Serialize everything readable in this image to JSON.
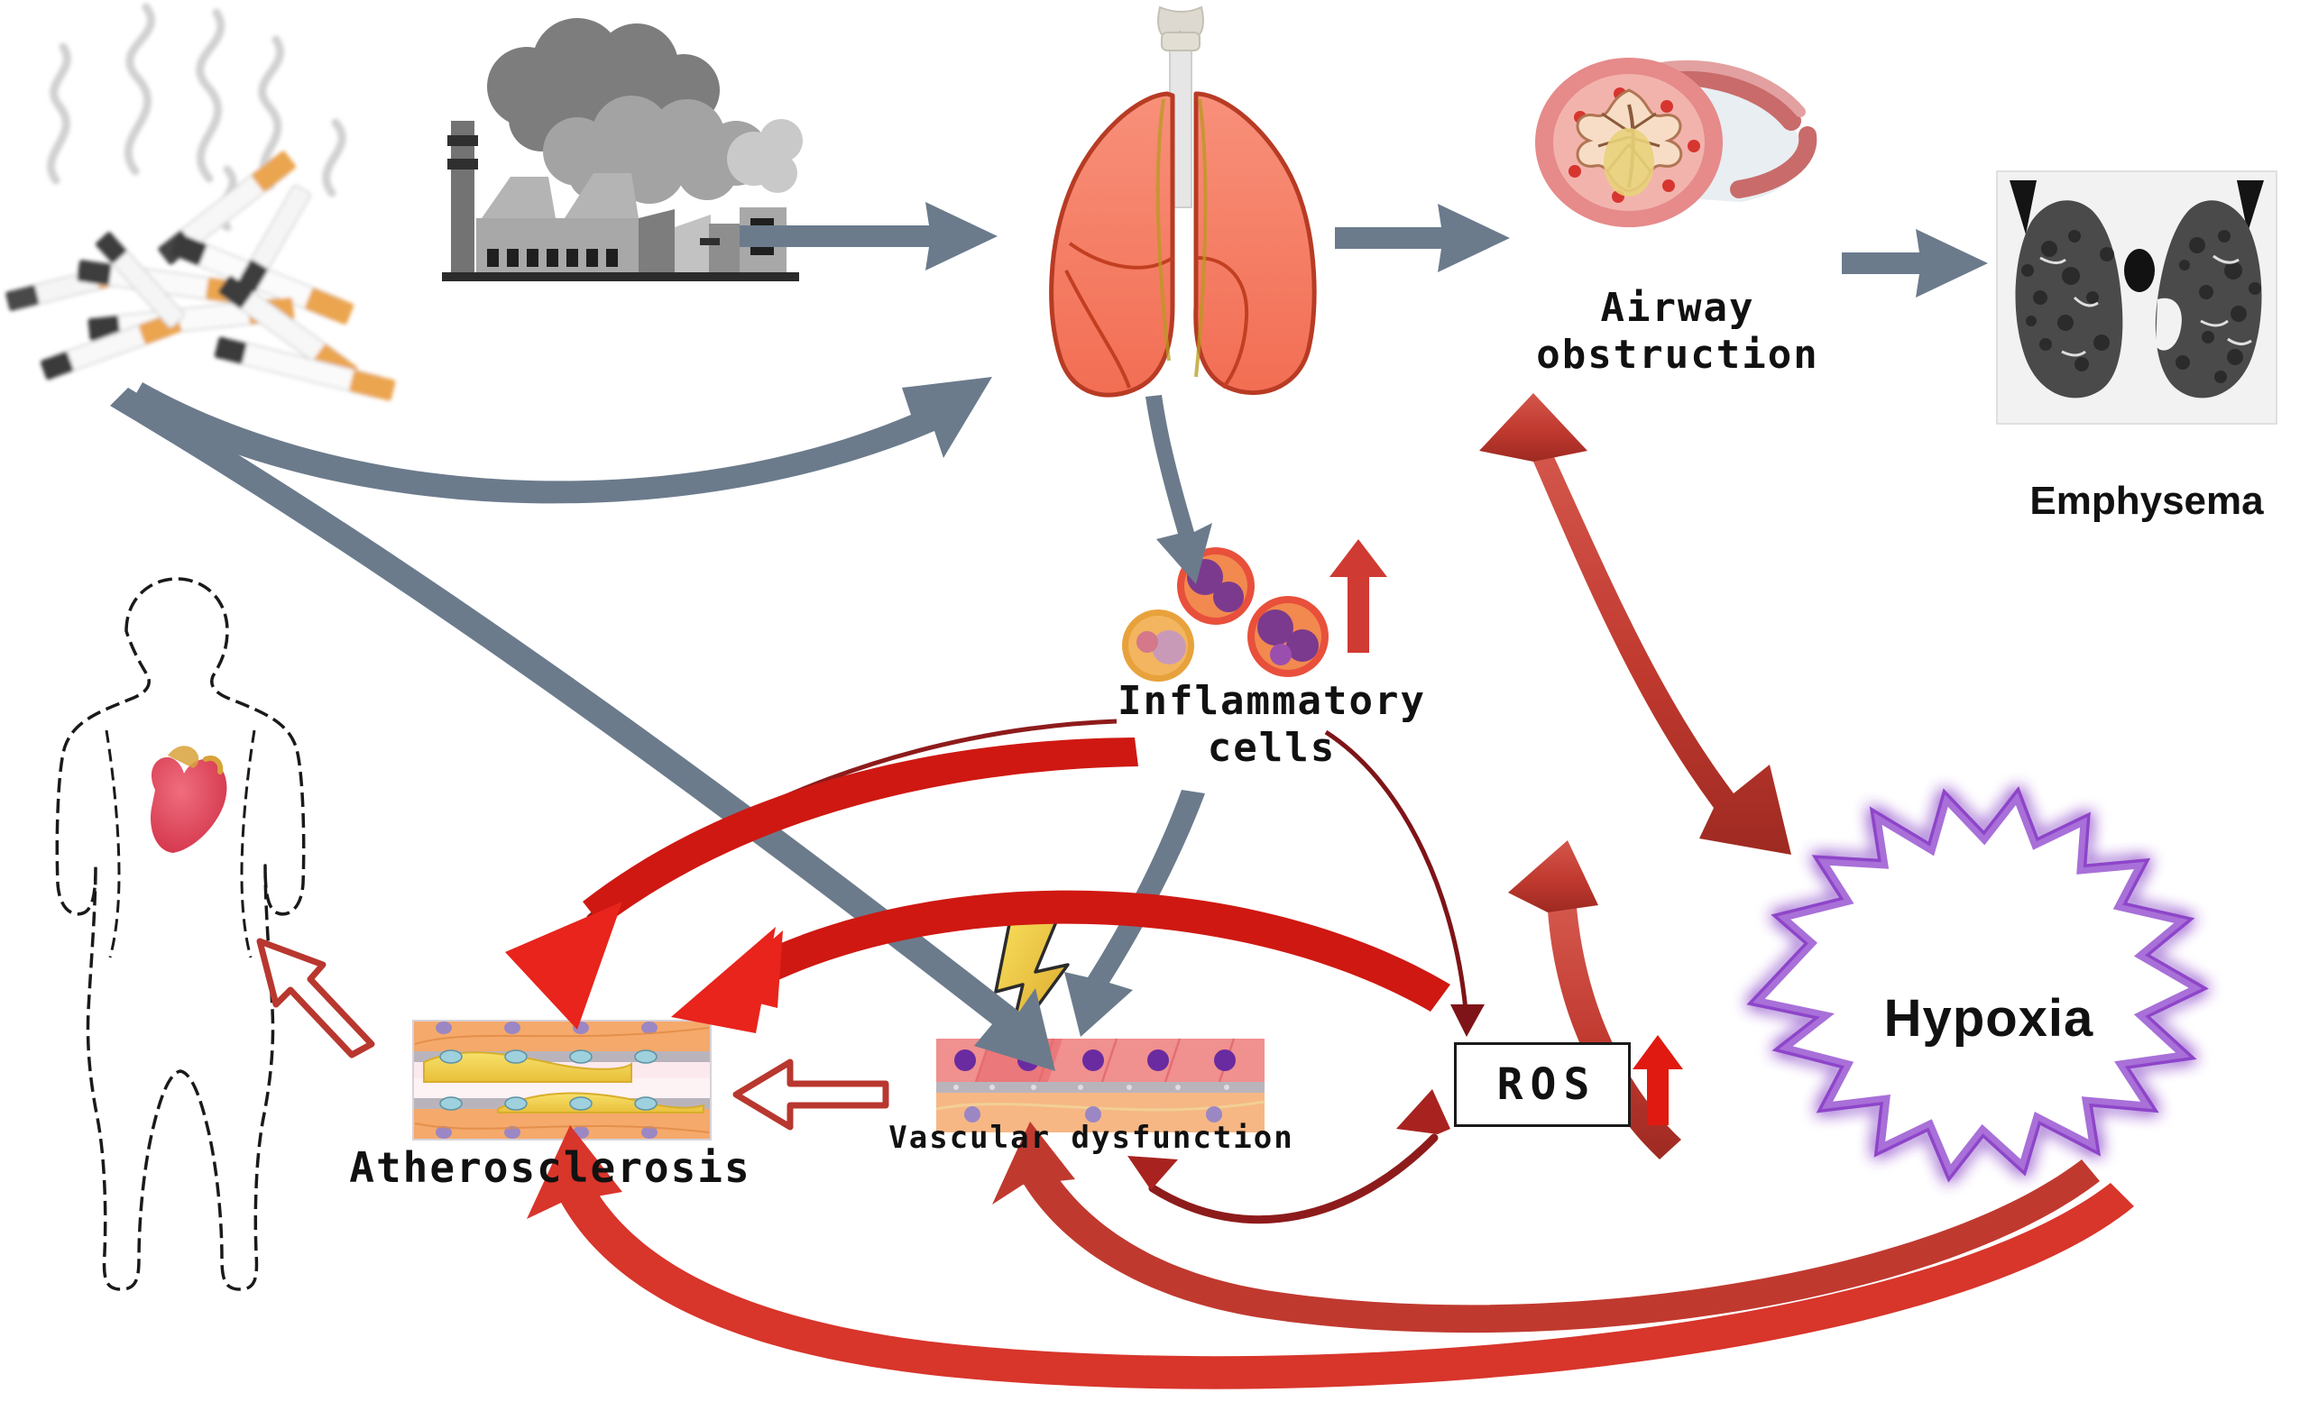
{
  "diagram": {
    "title": "COPD pathophysiology and cardiovascular comorbidity pathway",
    "background": "#ffffff"
  },
  "labels": {
    "airway_obstruction": "Airway\nobstruction",
    "emphysema": "Emphysema",
    "inflammatory_cells": "Inflammatory\ncells",
    "atherosclerosis": "Atherosclerosis",
    "vascular_dysfunction": "Vascular dysfunction",
    "ros": "ROS",
    "hypoxia": "Hypoxia"
  },
  "icons": {
    "cigarettes": "cigarettes-icon",
    "factory": "factory-smokestack-icon",
    "lungs": "lungs-icon",
    "bronchus": "bronchus-cross-section-icon",
    "ct_scan": "emphysema-ct-scan-icon",
    "inflammatory_cells": "inflammatory-cells-icon",
    "human_body": "human-body-silhouette-icon",
    "heart": "heart-icon",
    "plaque_vessel": "atherosclerotic-vessel-icon",
    "endothelium": "endothelium-layer-icon",
    "lightning": "lightning-bolt-icon",
    "starburst": "hypoxia-starburst-icon",
    "up_arrow_inflam": "red-up-arrow-icon",
    "up_arrow_ros": "red-up-arrow-icon"
  },
  "colors": {
    "gray_arrow": "#6b7b8c",
    "red_arrow_bright": "#e8241c",
    "red_arrow_muted": "#c0392f",
    "dark_red_thin": "#7e1418",
    "purple_starburst": "#9b59d0",
    "purple_glow": "#c9a3e8",
    "lung_fill": "#f4795f",
    "lung_stroke": "#c0392b",
    "plaque_yellow": "#f2d14e",
    "vessel_orange": "#f5a96b",
    "endothelium_pink": "#f08a8a",
    "lightning_yellow": "#f2c83c",
    "heart_red": "#e0455a",
    "text": "#111111",
    "factory_gray": "#8c8c8c",
    "smoke_gray": "#7a7a7a"
  },
  "edges": [
    {
      "id": "factory-to-lungs",
      "from": "factory",
      "to": "lungs",
      "style": "thick-straight",
      "color": "#6b7b8c",
      "heads": 1
    },
    {
      "id": "cigarettes-to-lungs",
      "from": "cigarettes",
      "to": "lungs",
      "style": "thick-curved",
      "color": "#6b7b8c",
      "heads": 1
    },
    {
      "id": "lungs-to-airway",
      "from": "lungs",
      "to": "airway_obstruction",
      "style": "thick-straight",
      "color": "#6b7b8c",
      "heads": 1
    },
    {
      "id": "airway-to-emphysema",
      "from": "airway_obstruction",
      "to": "emphysema",
      "style": "thick-straight",
      "color": "#6b7b8c",
      "heads": 1
    },
    {
      "id": "lungs-to-inflam",
      "from": "lungs",
      "to": "inflammatory_cells",
      "style": "thin-straight",
      "color": "#6b7b8c",
      "heads": 1
    },
    {
      "id": "cigarettes-to-vascular",
      "from": "cigarettes",
      "to": "vascular_dysfunction",
      "style": "thick-curved",
      "color": "#6b7b8c",
      "heads": 1
    },
    {
      "id": "inflam-to-vascular",
      "from": "inflammatory_cells",
      "to": "vascular_dysfunction",
      "style": "thin-curved",
      "color": "#6b7b8c",
      "heads": 1
    },
    {
      "id": "inflam-to-athero",
      "from": "inflammatory_cells",
      "to": "atherosclerosis",
      "style": "thin-curved",
      "color": "#8e1b1b",
      "heads": 1
    },
    {
      "id": "inflam-to-ros",
      "from": "inflammatory_cells",
      "to": "ros",
      "style": "thin-curved",
      "color": "#7e1418",
      "heads": 1
    },
    {
      "id": "ros-to-athero",
      "from": "ros",
      "to": "atherosclerosis",
      "style": "thick-curved",
      "color": "#e8241c",
      "heads": 1
    },
    {
      "id": "ros-vascular-bidir",
      "from": "ros",
      "to": "vascular_dysfunction",
      "style": "thin-curved",
      "color": "#8e1b1b",
      "heads": 2
    },
    {
      "id": "airway-hypoxia-bidir",
      "from": "airway_obstruction",
      "to": "hypoxia",
      "style": "thick-curved",
      "color": "#c0392f",
      "heads": 2
    },
    {
      "id": "hypoxia-to-ros",
      "from": "hypoxia",
      "to": "ros",
      "style": "thick-curved",
      "color": "#c0392f",
      "heads": 1
    },
    {
      "id": "hypoxia-to-vascular",
      "from": "hypoxia",
      "to": "vascular_dysfunction",
      "style": "thick-curved",
      "color": "#c0392f",
      "heads": 1
    },
    {
      "id": "hypoxia-to-athero",
      "from": "hypoxia",
      "to": "atherosclerosis",
      "style": "thick-curved",
      "color": "#c0392f",
      "heads": 1
    },
    {
      "id": "vascular-to-athero",
      "from": "vascular_dysfunction",
      "to": "atherosclerosis",
      "style": "hollow-straight",
      "color": "#b8372f",
      "heads": 1
    },
    {
      "id": "athero-to-body",
      "from": "atherosclerosis",
      "to": "human_body",
      "style": "hollow-straight",
      "color": "#b8372f",
      "heads": 1
    }
  ]
}
